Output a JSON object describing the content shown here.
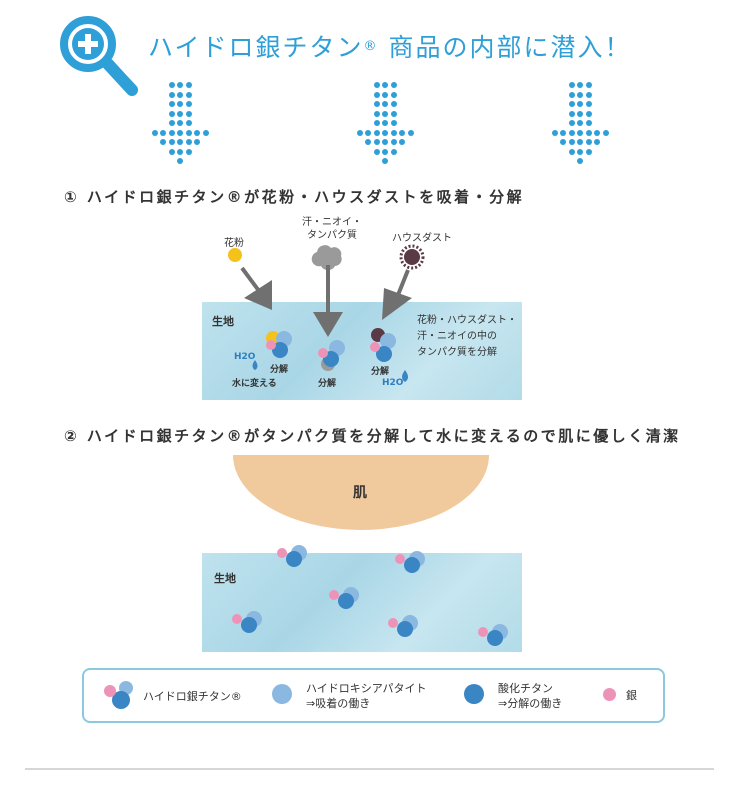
{
  "header": {
    "title": "ハイドロ銀チタン",
    "reg": "®",
    "title_rest": " 商品の内部に潜入！"
  },
  "section1": {
    "heading": "① ハイドロ銀チタン®が花粉・ハウスダストを吸着・分解",
    "pollen": "花粉",
    "sweat": [
      "汗・ニオイ・",
      "タンパク質"
    ],
    "dust": "ハウスダスト",
    "fabric": "生地",
    "h2o": "H2O",
    "to_water": "水に変える",
    "decompose": "分解",
    "note": [
      "花粉・ハウスダスト・",
      "汗・ニオイの中の",
      "タンパク質を分解"
    ]
  },
  "section2": {
    "heading": "② ハイドロ銀チタン®がタンパク質を分解して水に変えるので肌に優しく清潔",
    "skin": "肌",
    "fabric": "生地"
  },
  "legend": {
    "item1": "ハイドロ銀チタン®",
    "item2": [
      "ハイドロキシアパタイト",
      "⇒吸着の働き"
    ],
    "item3": [
      "酸化チタン",
      "⇒分解の働き"
    ],
    "item4": "銀"
  },
  "colors": {
    "accent": "#2f9fd8",
    "light_blue": "#8bb8e0",
    "dark_blue": "#3a85c4",
    "pink": "#ee93b8",
    "skin": "#f0c99c"
  }
}
